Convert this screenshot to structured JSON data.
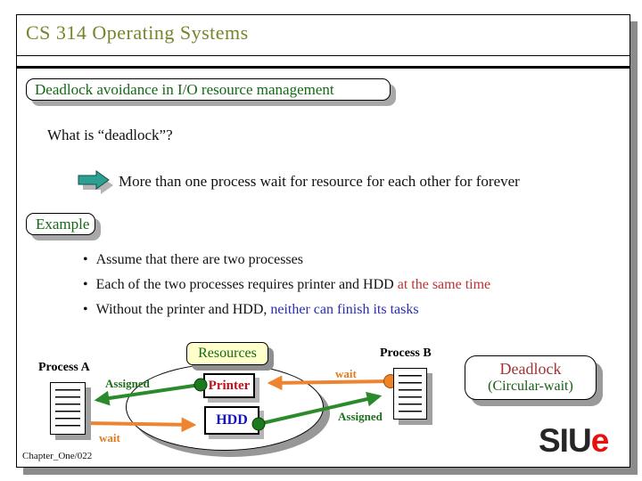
{
  "slide": {
    "title": "CS 314 Operating Systems",
    "topic": "Deadlock avoidance in I/O resource management",
    "question": "What is “deadlock”?",
    "statement": "More than one process wait for resource for each other for forever",
    "example_label": "Example",
    "bullets": [
      {
        "text": "Assume that there are two processes",
        "highlight": ""
      },
      {
        "text": "Each of the two processes requires printer and HDD ",
        "highlight": "at the same time"
      },
      {
        "text": "Without the printer and HDD, ",
        "highlight": "neither can finish its tasks"
      }
    ],
    "footer": "Chapter_One/022"
  },
  "diagram": {
    "process_a_label": "Process A",
    "process_b_label": "Process B",
    "resources_label": "Resources",
    "printer_label": "Printer",
    "hdd_label": "HDD",
    "assigned_a_label": "Assigned",
    "wait_a_label": "wait",
    "wait_b_label": "wait",
    "assigned_b_label": "Assigned",
    "deadlock_title": "Deadlock",
    "deadlock_subtitle": "(Circular-wait)"
  },
  "logo": {
    "siu": "SIU",
    "e": "e"
  },
  "colors": {
    "title_olive": "#74862b",
    "green_text": "#156915",
    "assigned_green": "#1d6e1d",
    "arrow_green": "#2b8a2b",
    "arrow_orange": "#ee8430",
    "wait_orange": "#e07b1f",
    "printer_red": "#c3101c",
    "hdd_blue": "#1412c0",
    "highlight_red": "#bb3333",
    "highlight_blue": "#2b2bb0",
    "deadlock_red": "#a13535",
    "resources_bg": "#ffffcc",
    "pointer_teal": "#2aa093",
    "logo_red": "#e8100c",
    "shadow_gray": "#8c8c8c"
  }
}
